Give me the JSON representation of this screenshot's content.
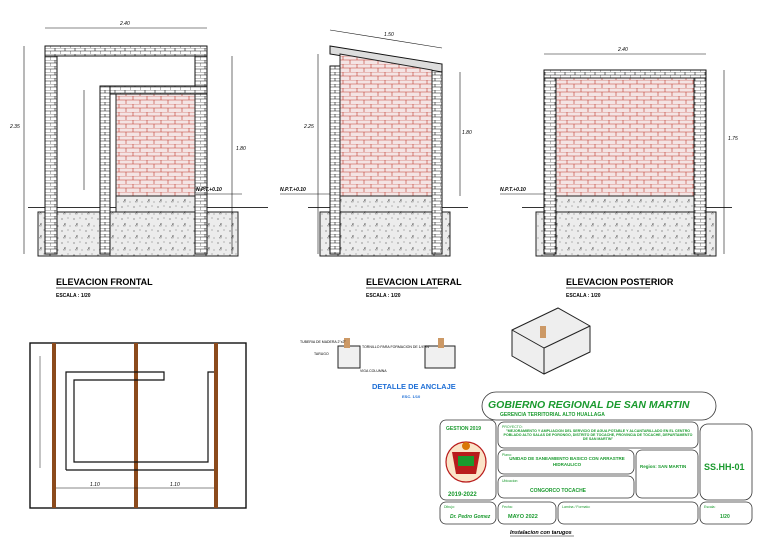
{
  "elevations": {
    "frontal": {
      "title": "ELEVACION FRONTAL",
      "scale": "ESCALA : 1/20",
      "width_dim": "2.40",
      "height_dim": "2.35",
      "inner_dim": "1.80",
      "npt": "N.P.T.+0.10"
    },
    "lateral": {
      "title": "ELEVACION LATERAL",
      "scale": "ESCALA : 1/20",
      "width_dim": "1.50",
      "height_dim": "2.25",
      "inner_dim": "1.80",
      "npt": "N.P.T.+0.10"
    },
    "posterior": {
      "title": "ELEVACION POSTERIOR",
      "scale": "ESCALA : 1/20",
      "width_dim": "2.40",
      "height_dim": "1.75",
      "npt": "N.P.T.+0.10"
    }
  },
  "detalle": {
    "title": "DETALLE DE ANCLAJE",
    "scale": "ESC. 1/10",
    "labels": [
      "TORNILLO PARA FORMACION DE 1/4\"X4\"",
      "TARUGO",
      "VIGA COLUMNA",
      "TUBERIA DE MADERA 2\"x2\""
    ]
  },
  "plan": {
    "dim1": "1.10",
    "dim2": "1.10"
  },
  "titleblock": {
    "org": "GOBIERNO REGIONAL DE SAN MARTIN",
    "sub": "GERENCIA TERRITORIAL ALTO HUALLAGA",
    "logo_label": "GESTION 2019",
    "logo_years": "2019-2022",
    "proyecto_label": "PROYECTO:",
    "proyecto": "\"MEJORAMIENTO Y AMPLIACION DEL SERVICIO DE AGUA POTABLE Y ALCANTARILLADO EN EL CENTRO POBLADO ALTO SALAS DE PORONGO, DISTRITO DE TOCACHE, PROVINCIA DE TOCACHE, DEPARTAMENTO DE SAN MARTIN\"",
    "plano_label": "Plano:",
    "plano": "UNIDAD DE SANEAMIENTO BASICO CON ARRASTRE HIDRAULICO",
    "ubicacion_label": "Ubicacion:",
    "ubicacion": "CONGORCO TOCACHE",
    "region": "Region: SAN MARTIN",
    "sheet_code": "SS.HH-01",
    "dibujo_label": "Dibujo:",
    "dibujo": "Dr. Pedro Gomez",
    "fecha_label": "Fecha:",
    "fecha": "MAYO 2022",
    "escala_label": "Escala:",
    "escala": "1/20",
    "lamina_label": "Lamina / Formato:",
    "footer": "Instalacion con tarugos"
  }
}
